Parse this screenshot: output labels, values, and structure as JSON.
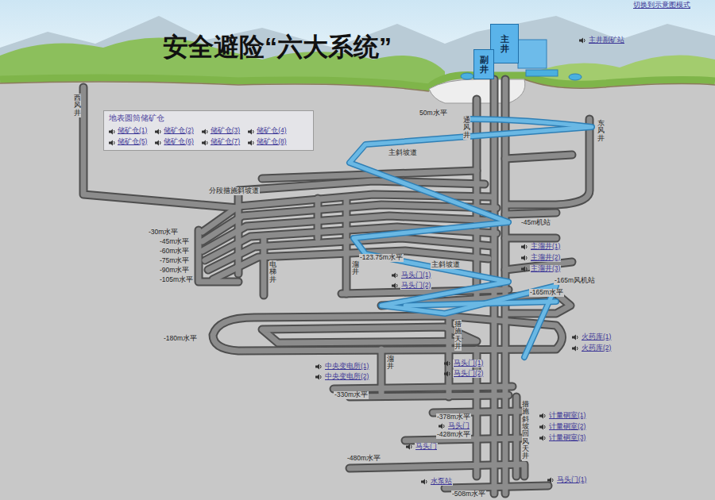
{
  "diagram": {
    "title": "安全避险“六大系统”",
    "nodes": [
      {
        "text": [
          "主井"
        ]
      },
      {
        "text": [
          "副井"
        ]
      },
      {
        "text": [
          "地表圆筒储矿仓",
          "储矿仓(1)",
          "储矿仓(2)",
          "储矿仓(3)",
          "储矿仓(4)",
          "储矿仓(5)",
          "储矿仓(6)",
          "储矿仓(7)",
          "储矿仓(8)"
        ]
      }
    ],
    "labels": [
      "切换到示意图模式",
      "主井副矿站",
      "西风井",
      "通风井",
      "东风井",
      "50m水平",
      "主斜坡道",
      "分段措施斜坡道",
      "-45m机站",
      "-30m水平",
      "-45m水平",
      "-60m水平",
      "-75m水平",
      "-90m水平",
      "-105m水平",
      "电梯井",
      "溜井",
      "-123.75m水平",
      "主斜坡道",
      "马头门(1)",
      "马头门(2)",
      "主溜井(1)",
      "主溜井(2)",
      "主溜井(3)",
      "-165m风机站",
      "-165m水平",
      "火药库(1)",
      "火药库(2)",
      "-180m水平",
      "措施天井",
      "溜井",
      "马头门(1)",
      "马头门(2)",
      "中央变电所(1)",
      "中央变电所(2)",
      "-330m水平",
      "-378m水平",
      "马头门",
      "计量硐室(1)",
      "计量硐室(2)",
      "计量硐室(3)",
      "措施斜坡回风天井",
      "-428m水平",
      "马头门",
      "-480m水平",
      "水泵站",
      "-508m水平",
      "马头门(1)"
    ]
  }
}
